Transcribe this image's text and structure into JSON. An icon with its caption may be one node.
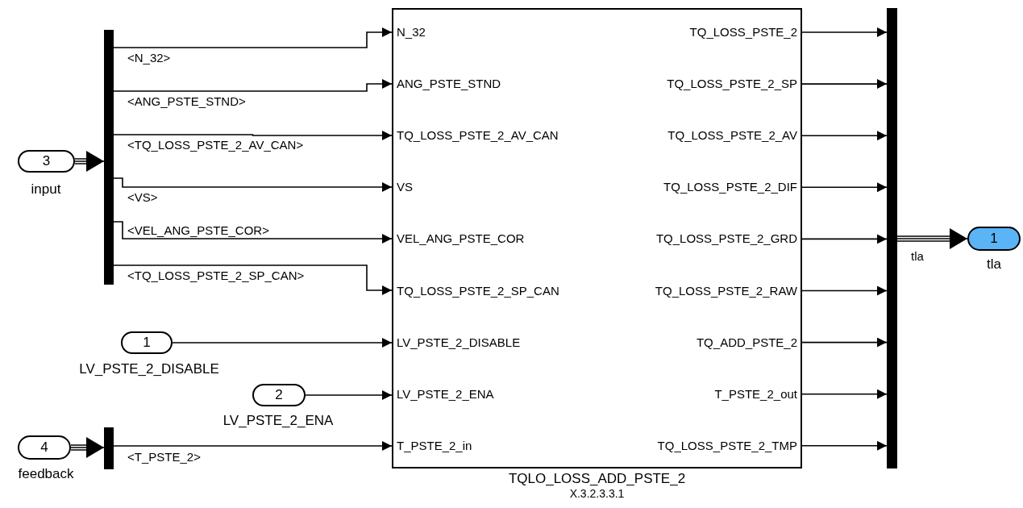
{
  "diagram": {
    "nodes": [
      {
        "text": [
          "3"
        ],
        "beside": [
          "input"
        ]
      },
      {
        "text": [],
        "shape": "bar"
      },
      {
        "text": [
          "1"
        ],
        "beside": [
          "LV_PSTE_2_DISABLE"
        ]
      },
      {
        "text": [
          "2"
        ],
        "beside": [
          "LV_PSTE_2_ENA"
        ]
      },
      {
        "text": [
          "4"
        ],
        "beside": [
          "feedback"
        ]
      },
      {
        "text": [],
        "shape": "bar"
      },
      {
        "text": [
          "N_32",
          "TQ_LOSS_PSTE_2",
          "ANG_PSTE_STND",
          "TQ_LOSS_PSTE_2_SP",
          "TQ_LOSS_PSTE_2_AV_CAN",
          "TQ_LOSS_PSTE_2_AV",
          "VS",
          "TQ_LOSS_PSTE_2_DIF",
          "VEL_ANG_PSTE_COR",
          "TQ_LOSS_PSTE_2_GRD",
          "TQ_LOSS_PSTE_2_SP_CAN",
          "TQ_LOSS_PSTE_2_RAW",
          "LV_PSTE_2_DISABLE",
          "TQ_ADD_PSTE_2",
          "LV_PSTE_2_ENA",
          "T_PSTE_2_out",
          "T_PSTE_2_in",
          "TQ_LOSS_PSTE_2_TMP",
          "TQLO_LOSS_ADD_PSTE_2",
          "X.3.2.3.3.1"
        ]
      },
      {
        "text": [],
        "shape": "bar"
      },
      {
        "text": [
          "1"
        ],
        "beside": [
          "tla"
        ]
      }
    ],
    "edges": [
      {
        "from": 0,
        "to": 1,
        "arrow": "to"
      },
      {
        "from": 1,
        "to": 6,
        "arrow": "to",
        "label": "<N_32>"
      },
      {
        "from": 1,
        "to": 6,
        "arrow": "to",
        "label": "<ANG_PSTE_STND>"
      },
      {
        "from": 1,
        "to": 6,
        "arrow": "to",
        "label": "<TQ_LOSS_PSTE_2_AV_CAN>"
      },
      {
        "from": 1,
        "to": 6,
        "arrow": "to",
        "label": "<VS>"
      },
      {
        "from": 1,
        "to": 6,
        "arrow": "to",
        "label": "<VEL_ANG_PSTE_COR>"
      },
      {
        "from": 1,
        "to": 6,
        "arrow": "to",
        "label": "<TQ_LOSS_PSTE_2_SP_CAN>"
      },
      {
        "from": 2,
        "to": 6,
        "arrow": "to"
      },
      {
        "from": 3,
        "to": 6,
        "arrow": "to"
      },
      {
        "from": 4,
        "to": 5,
        "arrow": "to"
      },
      {
        "from": 5,
        "to": 6,
        "arrow": "to",
        "label": "<T_PSTE_2>"
      },
      {
        "from": 6,
        "to": 7,
        "arrow": "to"
      },
      {
        "from": 6,
        "to": 7,
        "arrow": "to"
      },
      {
        "from": 6,
        "to": 7,
        "arrow": "to"
      },
      {
        "from": 6,
        "to": 7,
        "arrow": "to"
      },
      {
        "from": 6,
        "to": 7,
        "arrow": "to"
      },
      {
        "from": 6,
        "to": 7,
        "arrow": "to"
      },
      {
        "from": 6,
        "to": 7,
        "arrow": "to"
      },
      {
        "from": 6,
        "to": 7,
        "arrow": "to"
      },
      {
        "from": 6,
        "to": 7,
        "arrow": "to"
      },
      {
        "from": 7,
        "to": 8,
        "arrow": "to",
        "label": "tla"
      }
    ]
  }
}
